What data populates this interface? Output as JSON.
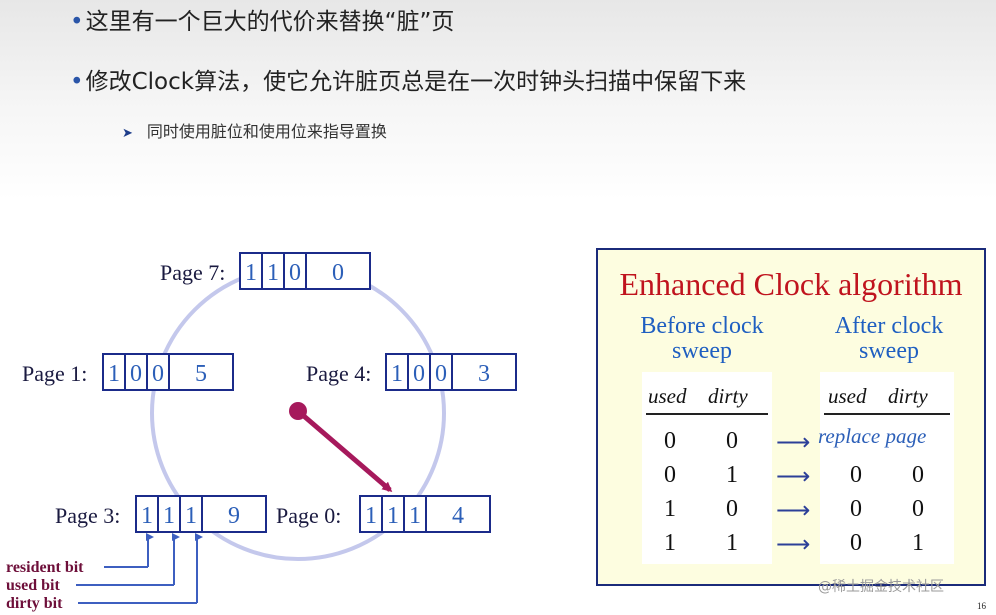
{
  "bullets": [
    "这里有一个巨大的代价来替换“脏”页",
    "修改Clock算法，使它允许脏页总是在一次时钟头扫描中保留下来"
  ],
  "bullet_marker": "•",
  "sub_bullet": "同时使用脏位和使用位来指导置换",
  "sub_marker": "➤",
  "pages": [
    {
      "label": "Page 7:",
      "bits": [
        "1",
        "1",
        "0"
      ],
      "frame": "0"
    },
    {
      "label": "Page 1:",
      "bits": [
        "1",
        "0",
        "0"
      ],
      "frame": "5"
    },
    {
      "label": "Page 4:",
      "bits": [
        "1",
        "0",
        "0"
      ],
      "frame": "3"
    },
    {
      "label": "Page 3:",
      "bits": [
        "1",
        "1",
        "1"
      ],
      "frame": "9"
    },
    {
      "label": "Page 0:",
      "bits": [
        "1",
        "1",
        "1"
      ],
      "frame": "4"
    }
  ],
  "bit_labels": [
    "resident bit",
    "used bit",
    "dirty bit"
  ],
  "algorithm": {
    "title": "Enhanced Clock algorithm",
    "before_line1": "Before clock",
    "before_line2": "sweep",
    "after_line1": "After clock",
    "after_line2": "sweep",
    "used_header": "used",
    "dirty_header": "dirty",
    "before_rows": [
      [
        "0",
        "0"
      ],
      [
        "0",
        "1"
      ],
      [
        "1",
        "0"
      ],
      [
        "1",
        "1"
      ]
    ],
    "after_rows": [
      [
        "replace page"
      ],
      [
        "0",
        "0"
      ],
      [
        "0",
        "0"
      ],
      [
        "0",
        "1"
      ]
    ],
    "arrow_glyph": "⟶"
  },
  "watermark": "@稀土掘金技术社区",
  "page_number": "16",
  "colors": {
    "accent_blue": "#2c5fb8",
    "title_red": "#c0141e",
    "pointer": "#a6195c",
    "clock_ring": "#c4c8ec",
    "label_maroon": "#6e0f3a"
  }
}
